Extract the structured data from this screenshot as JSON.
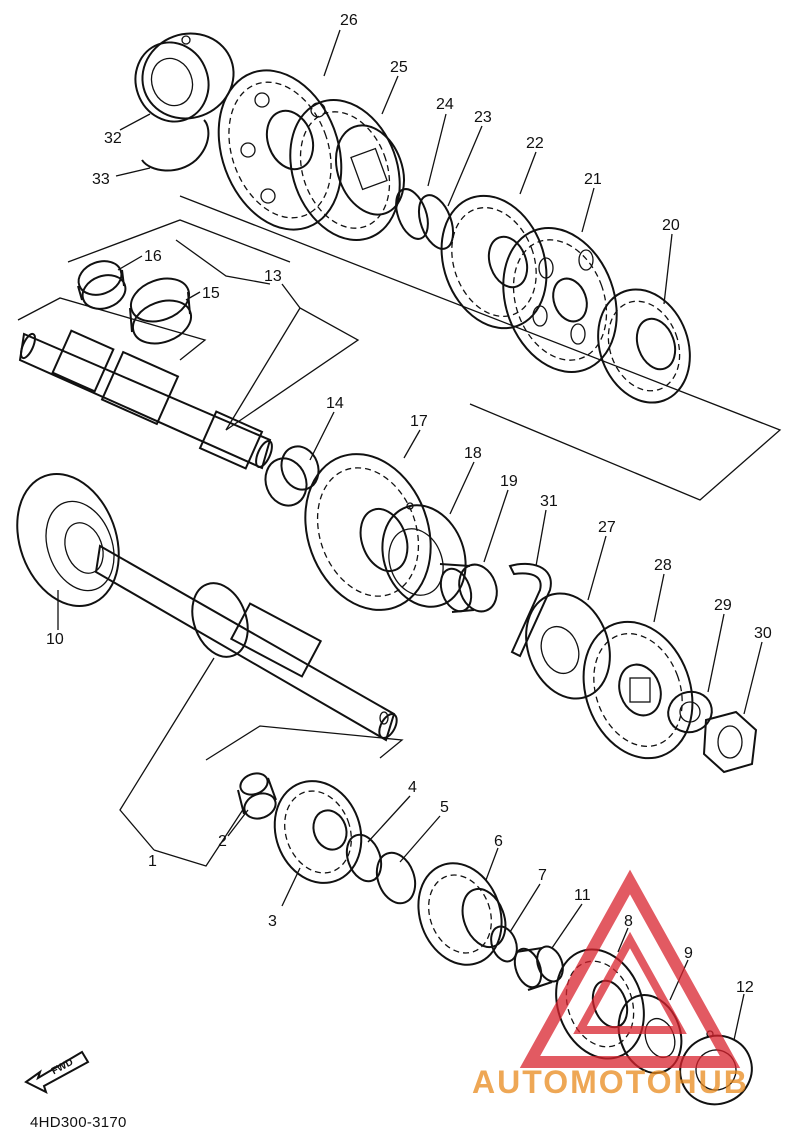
{
  "diagram_code": "4HD300-3170",
  "fwd_label": "FWD",
  "watermark_text": "AUTOMOTOHUB",
  "watermark_color": "#e98a1d",
  "watermark_logo_color": "#d9232e",
  "callouts": [
    "1",
    "2",
    "3",
    "4",
    "5",
    "6",
    "7",
    "8",
    "9",
    "10",
    "11",
    "12",
    "13",
    "14",
    "15",
    "16",
    "17",
    "18",
    "19",
    "20",
    "21",
    "22",
    "23",
    "24",
    "25",
    "26",
    "27",
    "28",
    "29",
    "30",
    "31",
    "32",
    "33"
  ]
}
